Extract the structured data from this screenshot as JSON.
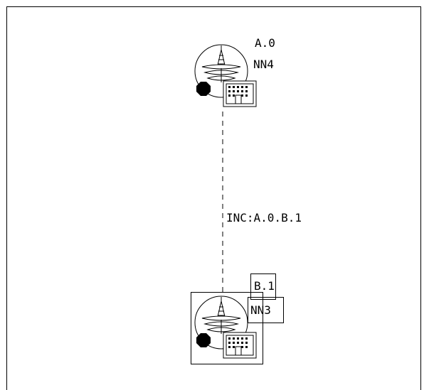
{
  "nodes": [
    {
      "id": "top",
      "name_label": "A.0",
      "node_label": "NN4",
      "icon": "network-node-icon"
    },
    {
      "id": "bottom",
      "name_label": "B.1",
      "node_label": "NN3",
      "icon": "network-node-icon"
    }
  ],
  "link": {
    "label": "INC:A.0.B.1",
    "style": "dashed"
  }
}
